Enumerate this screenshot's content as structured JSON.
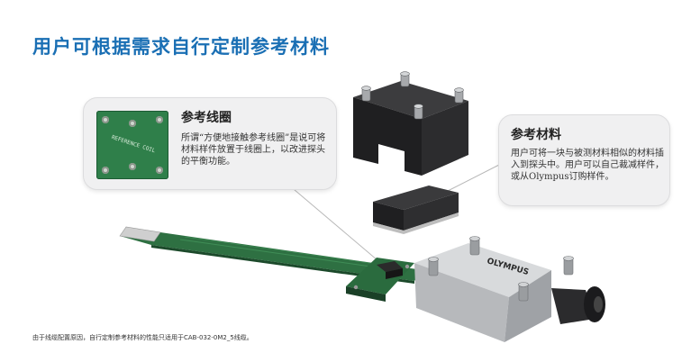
{
  "heading": {
    "title": "用户可根据需求自行定制参考材料"
  },
  "callouts": {
    "coil": {
      "title": "参考线圈",
      "body": "所谓“方便地接触参考线圈”是说可将材料样件放置于线圈上，以改进探头的平衡功能。",
      "thumb_label": "REFERENCE COIL"
    },
    "material": {
      "title": "参考材料",
      "body": "用户可将一块与被测材料相似的材料插入到探头中。用户可以自己裁减样件，或从Olympus订购样件。"
    }
  },
  "footnote": {
    "text": "由于线缆配置原因，自行定制参考材料的性能只适用于CAB-032-0M2_5线缆。"
  },
  "colors": {
    "title": "#1a6fb4",
    "callout_bg": "#f0f0f1",
    "pcb_green": "#2f7f4a",
    "housing_grey": "#c9cbcd",
    "cover_black": "#1f1f21"
  },
  "icons": {
    "probe_assembly": "probe-assembly-illustration",
    "reference_coil_photo": "reference-coil-thumbnail"
  }
}
